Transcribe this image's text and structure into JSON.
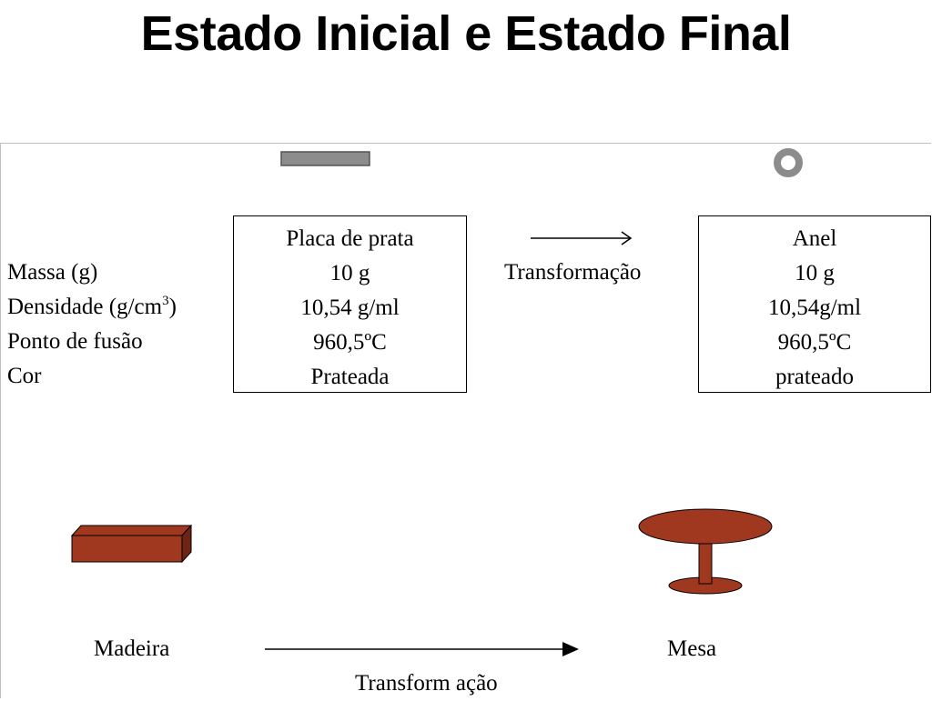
{
  "title": "Estado Inicial e Estado Final",
  "properties": {
    "mass": "Massa (g)",
    "density": "Densidade (g/cm",
    "density_sup": "3",
    "density_end": ")",
    "melting_point": "Ponto de fusão",
    "color": "Cor"
  },
  "initial": {
    "name": "Placa de prata",
    "mass": "10 g",
    "density": "10,54 g/ml",
    "melting_point": "960,5ºC",
    "color": "Prateada"
  },
  "final": {
    "name": "Anel",
    "mass": "10 g",
    "density": "10,54g/ml",
    "melting_point": "960,5ºC",
    "color": "prateado"
  },
  "transformation_top": "Transformação",
  "wood": "Madeira",
  "table": "Mesa",
  "transformation_bottom": "Transform ação",
  "colors": {
    "silver": "#8c8c8c",
    "wood": "#a0381f",
    "wood_dark": "#6e2414"
  }
}
